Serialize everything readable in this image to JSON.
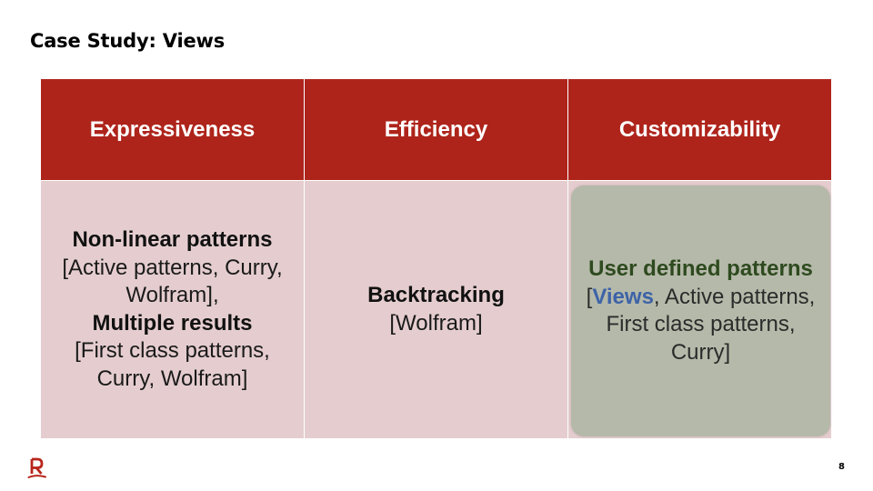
{
  "slide": {
    "title": "Case Study: Views",
    "page_number": "8"
  },
  "table": {
    "headers": [
      "Expressiveness",
      "Efficiency",
      "Customizability"
    ],
    "col1": {
      "line1": "Non-linear patterns",
      "line2": "[Active patterns, Curry,",
      "line3": "Wolfram],",
      "line4": "Multiple results",
      "line5": "[First class patterns,",
      "line6": "Curry, Wolfram]"
    },
    "col2": {
      "line1": "Backtracking",
      "line2": "[Wolfram]"
    },
    "col3": {
      "line1": "User defined patterns",
      "line2_open": "[",
      "line2_views": "Views",
      "line2_rest": ", Active patterns,",
      "line3": "First class patterns,",
      "line4": "Curry]"
    }
  },
  "colors": {
    "header_bg": "#ae241b",
    "body_bg": "#e5cdcf",
    "highlight_bg": "#b5b9a9",
    "highlight_heading": "#2e4a1f",
    "views_accent": "#3d63a8"
  },
  "icons": {
    "logo": "r-logo-icon"
  }
}
